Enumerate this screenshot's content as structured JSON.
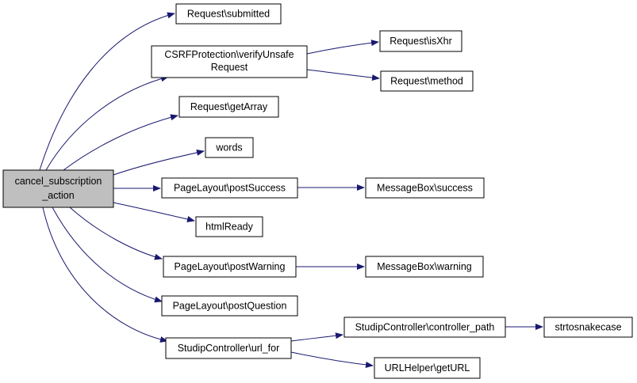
{
  "diagram": {
    "root": {
      "lines": [
        "cancel_subscription",
        "_action"
      ]
    },
    "nodes": {
      "n1": {
        "lines": [
          "Request\\submitted"
        ]
      },
      "n2": {
        "lines": [
          "CSRFProtection\\verifyUnsafe",
          "Request"
        ]
      },
      "n3": {
        "lines": [
          "Request\\getArray"
        ]
      },
      "n4": {
        "lines": [
          "words"
        ]
      },
      "n5": {
        "lines": [
          "PageLayout\\postSuccess"
        ]
      },
      "n6": {
        "lines": [
          "htmlReady"
        ]
      },
      "n7": {
        "lines": [
          "PageLayout\\postWarning"
        ]
      },
      "n8": {
        "lines": [
          "PageLayout\\postQuestion"
        ]
      },
      "n9": {
        "lines": [
          "StudipController\\url_for"
        ]
      },
      "n10": {
        "lines": [
          "Request\\isXhr"
        ]
      },
      "n11": {
        "lines": [
          "Request\\method"
        ]
      },
      "n12": {
        "lines": [
          "MessageBox\\success"
        ]
      },
      "n13": {
        "lines": [
          "MessageBox\\warning"
        ]
      },
      "n14": {
        "lines": [
          "StudipController\\controller_path"
        ]
      },
      "n15": {
        "lines": [
          "URLHelper\\getURL"
        ]
      },
      "n16": {
        "lines": [
          "strtosnakecase"
        ]
      }
    }
  }
}
